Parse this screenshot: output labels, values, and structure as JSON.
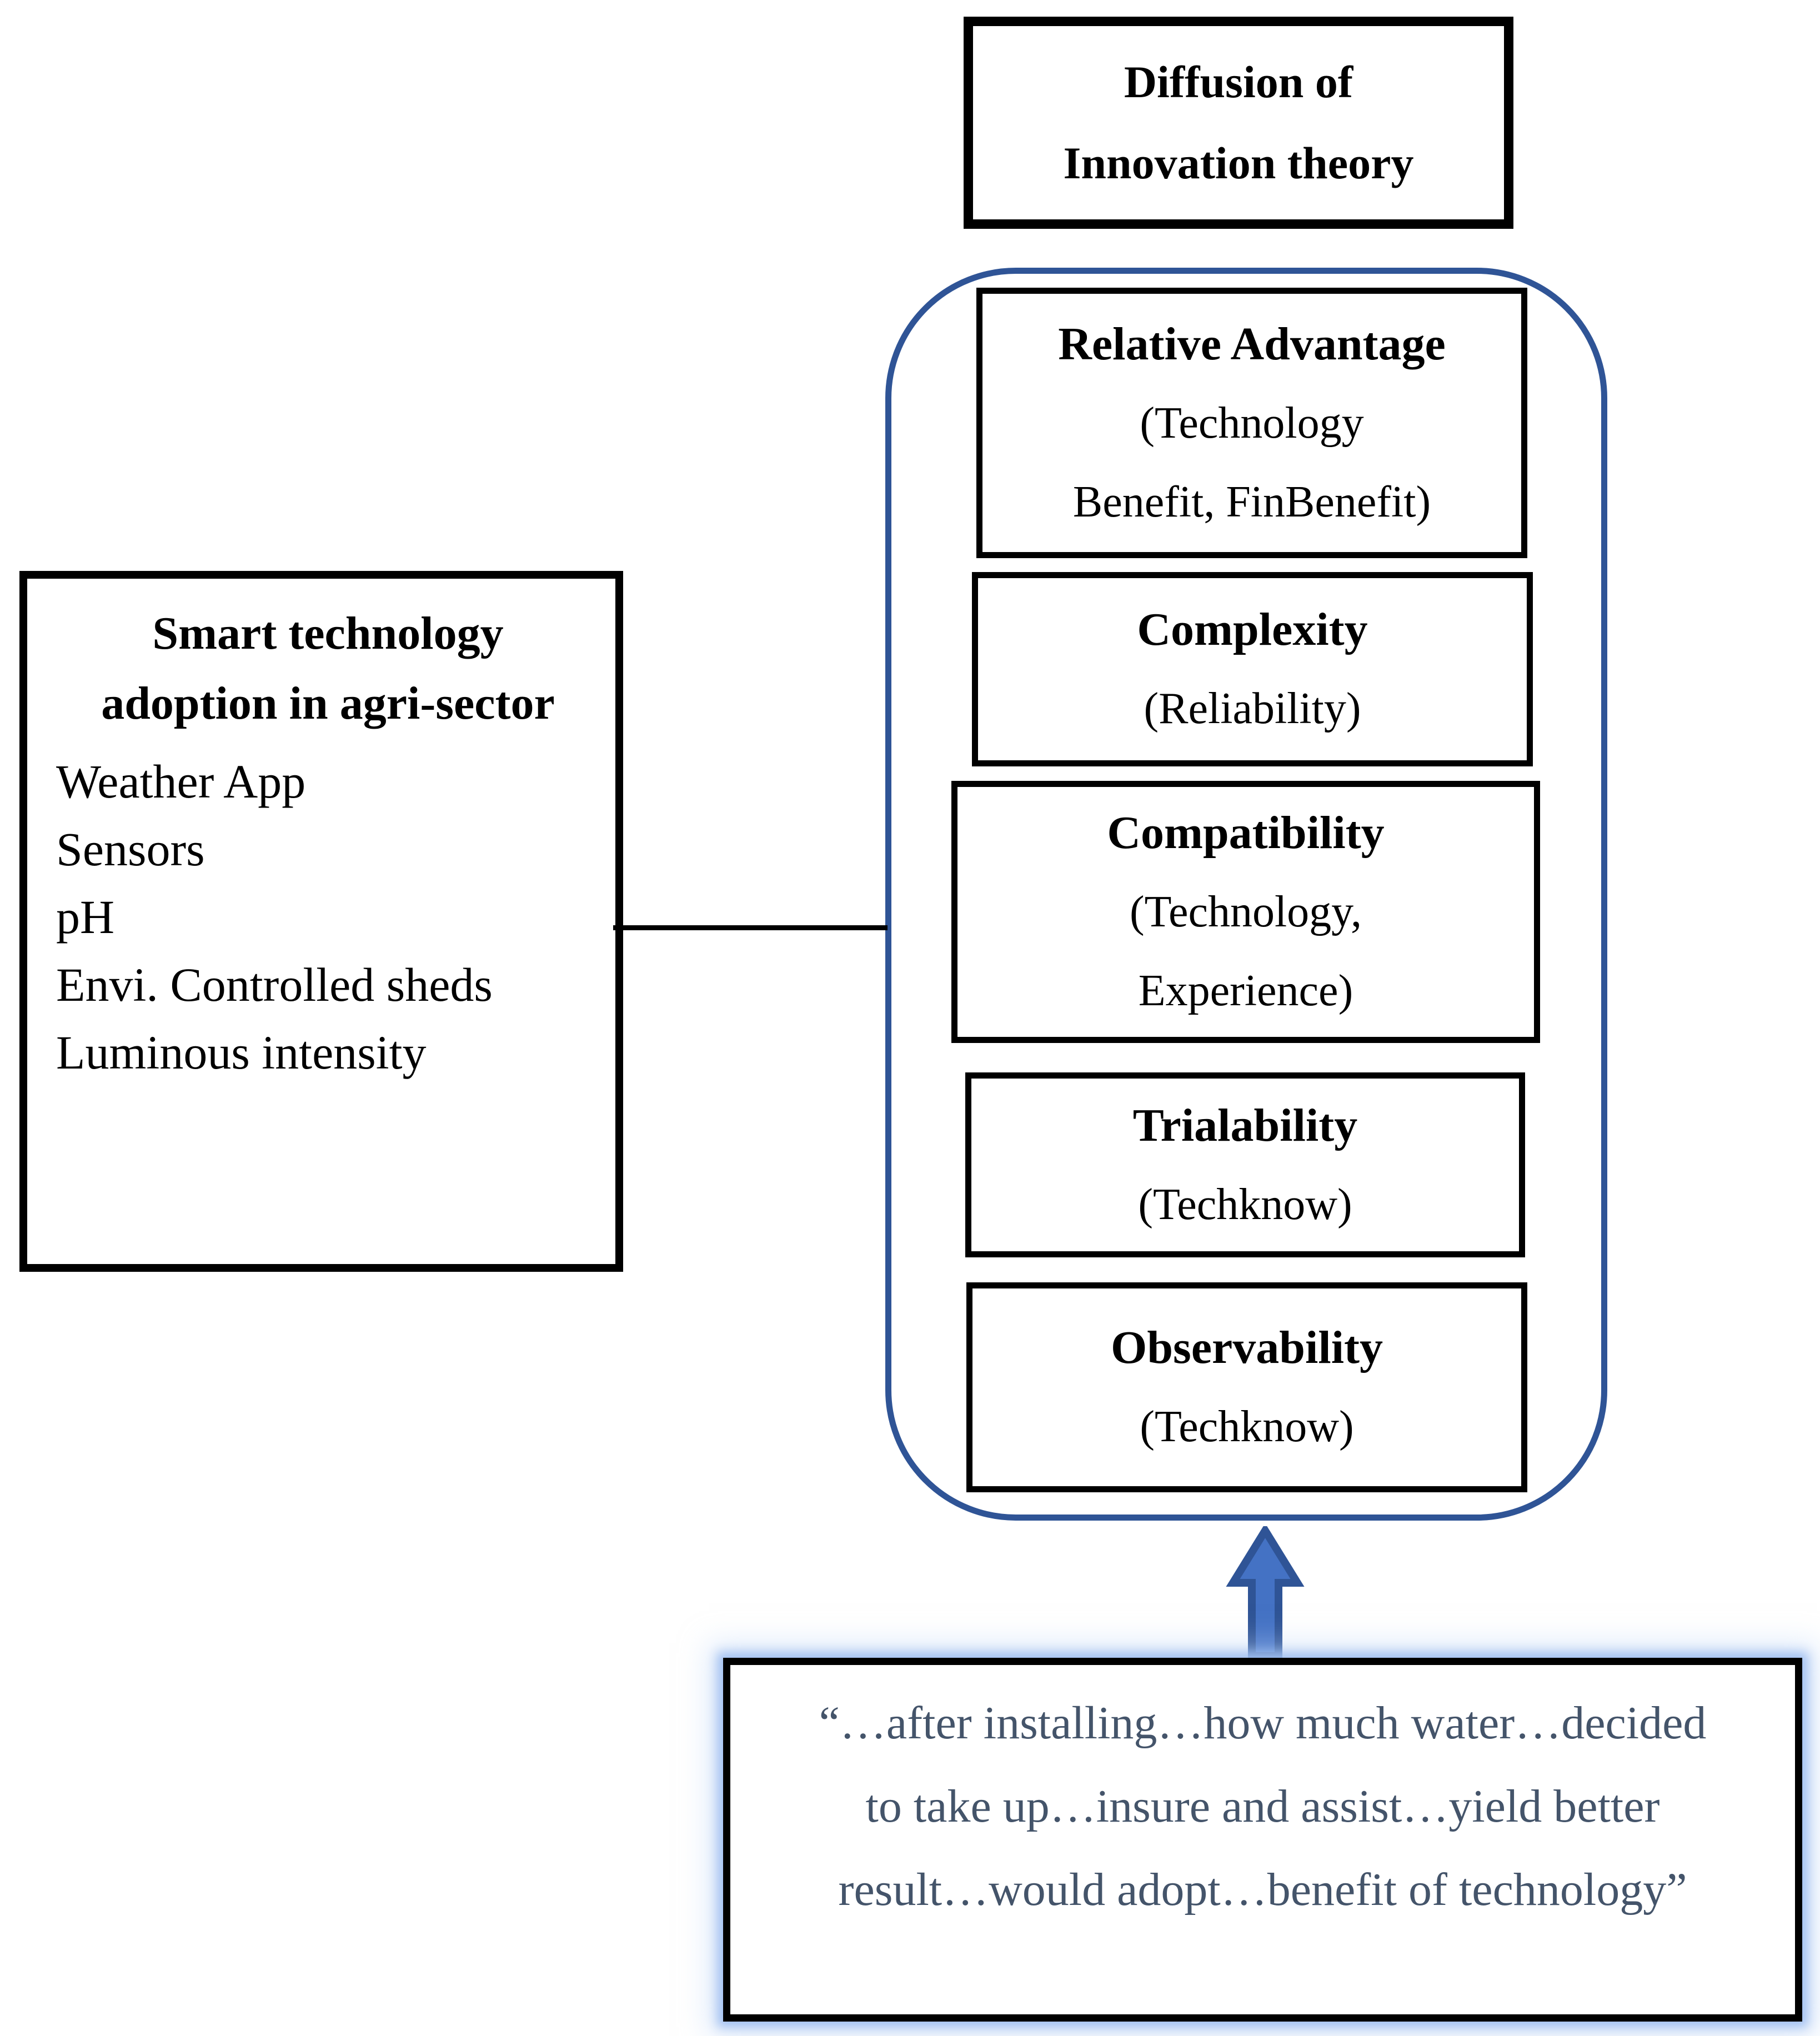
{
  "colors": {
    "accent_blue": "#2F5496",
    "arrow_fill": "#4472C4",
    "quote_text": "#44546A",
    "glow_blue": "#9DC3E6"
  },
  "top_box": {
    "line1": "Diffusion of",
    "line2": "Innovation theory"
  },
  "left_box": {
    "title_line1": "Smart technology",
    "title_line2": "adoption in agri-sector",
    "items": [
      "Weather App",
      "Sensors",
      "pH",
      "Envi. Controlled sheds",
      "Luminous intensity"
    ]
  },
  "factors": [
    {
      "title": "Relative Advantage",
      "sub_lines": [
        "(Technology",
        "Benefit, FinBenefit)"
      ]
    },
    {
      "title": "Complexity",
      "sub_lines": [
        "(Reliability)"
      ]
    },
    {
      "title": "Compatibility",
      "sub_lines": [
        "(Technology,",
        "Experience)"
      ]
    },
    {
      "title": "Trialability",
      "sub_lines": [
        "(Techknow)"
      ]
    },
    {
      "title": "Observability",
      "sub_lines": [
        "(Techknow)"
      ]
    }
  ],
  "quote": {
    "lines": [
      "“…after installing…how much water…decided",
      "to take up…insure and assist…yield better",
      "result…would adopt…benefit of technology”"
    ]
  }
}
